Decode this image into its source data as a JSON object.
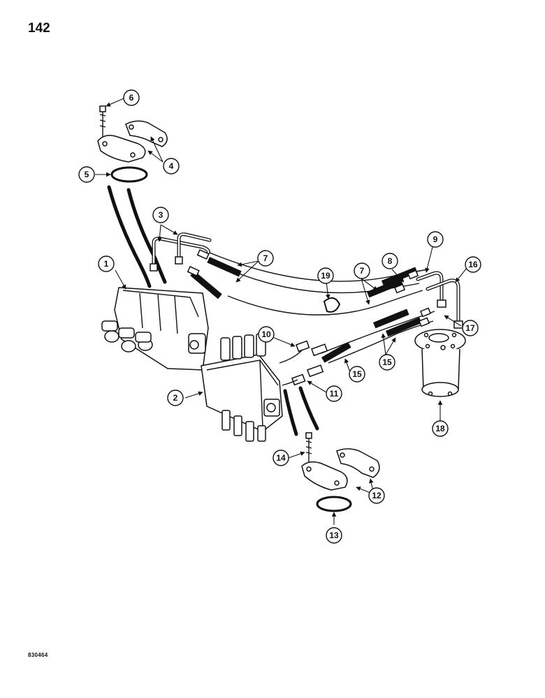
{
  "page": {
    "number": "142",
    "code": "830464"
  },
  "callouts": [
    "1",
    "2",
    "3",
    "4",
    "5",
    "6",
    "7",
    "7",
    "8",
    "9",
    "10",
    "11",
    "12",
    "13",
    "14",
    "15",
    "15",
    "16",
    "17",
    "18",
    "19"
  ]
}
